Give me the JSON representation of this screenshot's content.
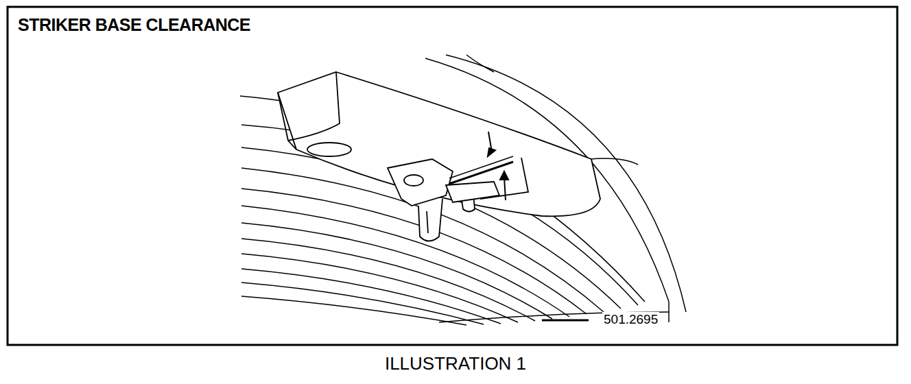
{
  "diagram": {
    "title": "STRIKER BASE CLEARANCE",
    "caption": "ILLUSTRATION 1",
    "labels": [
      "501.2695"
    ]
  }
}
